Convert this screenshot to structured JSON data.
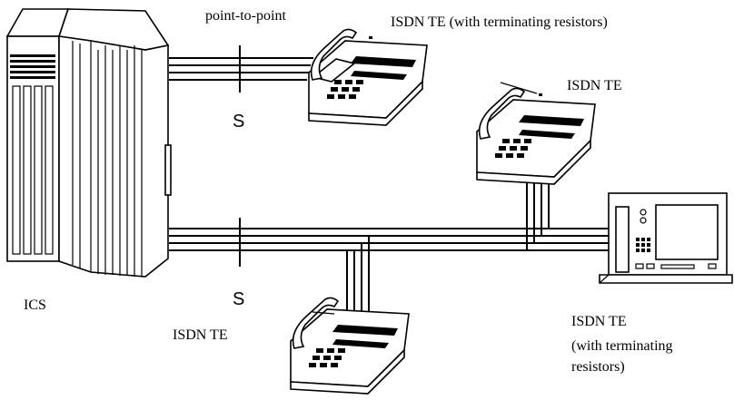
{
  "labels": {
    "point_to_point": "point-to-point",
    "te_top": "ISDN TE (with terminating resistors)",
    "te_right_phone": "ISDN TE",
    "s_top": "S",
    "s_bottom": "S",
    "ics": "ICS",
    "te_bottom": "ISDN TE",
    "te_computer_line1": "ISDN TE",
    "te_computer_line2": "(with terminating",
    "te_computer_line3": "resistors)"
  },
  "icons": {
    "ics_cabinet": "ics-cabinet-icon",
    "telephone": "isdn-telephone-icon",
    "computer": "computer-terminal-icon"
  },
  "colors": {
    "line": "#000000",
    "background": "#ffffff"
  }
}
